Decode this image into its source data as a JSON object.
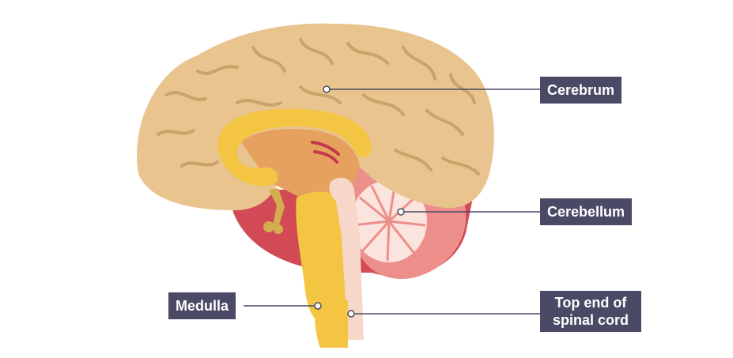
{
  "labels": {
    "cerebrum": "Cerebrum",
    "cerebellum": "Cerebellum",
    "medulla": "Medulla",
    "spinal_cord_line1": "Top end of",
    "spinal_cord_line2": "spinal cord"
  },
  "colors": {
    "cerebrum": "#e9c48e",
    "cerebrum_folds": "#c9a36a",
    "corpus_callosum": "#f4c542",
    "midbrain": "#e7a15f",
    "lower_region": "#d14a55",
    "cerebellum": "#ec8f8a",
    "cerebellum_tree": "#fbe3de",
    "brainstem": "#f4c542",
    "spinal_cord": "#f7d7c9",
    "label_bg": "#4a4a66",
    "label_text": "#ffffff",
    "leader_line": "#4a4a66"
  }
}
